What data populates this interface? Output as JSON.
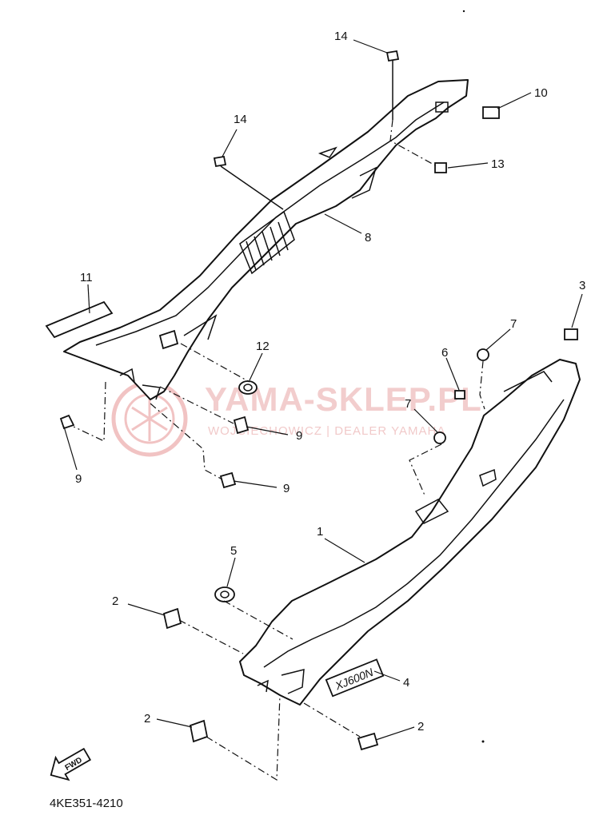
{
  "callouts": {
    "c14a": "14",
    "c10": "10",
    "c14b": "14",
    "c13": "13",
    "c8": "8",
    "c11": "11",
    "c12": "12",
    "c3": "3",
    "c7a": "7",
    "c6": "6",
    "c9a": "9",
    "c9b": "9",
    "c9c": "9",
    "c7b": "7",
    "c1": "1",
    "c5": "5",
    "c2a": "2",
    "c4": "4",
    "c2b": "2",
    "c2c": "2"
  },
  "decal_text": "XJ600N",
  "fwd_label": "FWD",
  "part_code": "4KE351-4210",
  "watermark": {
    "title": "YAMA-SKLEP.PL",
    "subtitle": "WOJCIECHOWICZ | DEALER YAMAHA",
    "color": "#e8a6a6"
  }
}
